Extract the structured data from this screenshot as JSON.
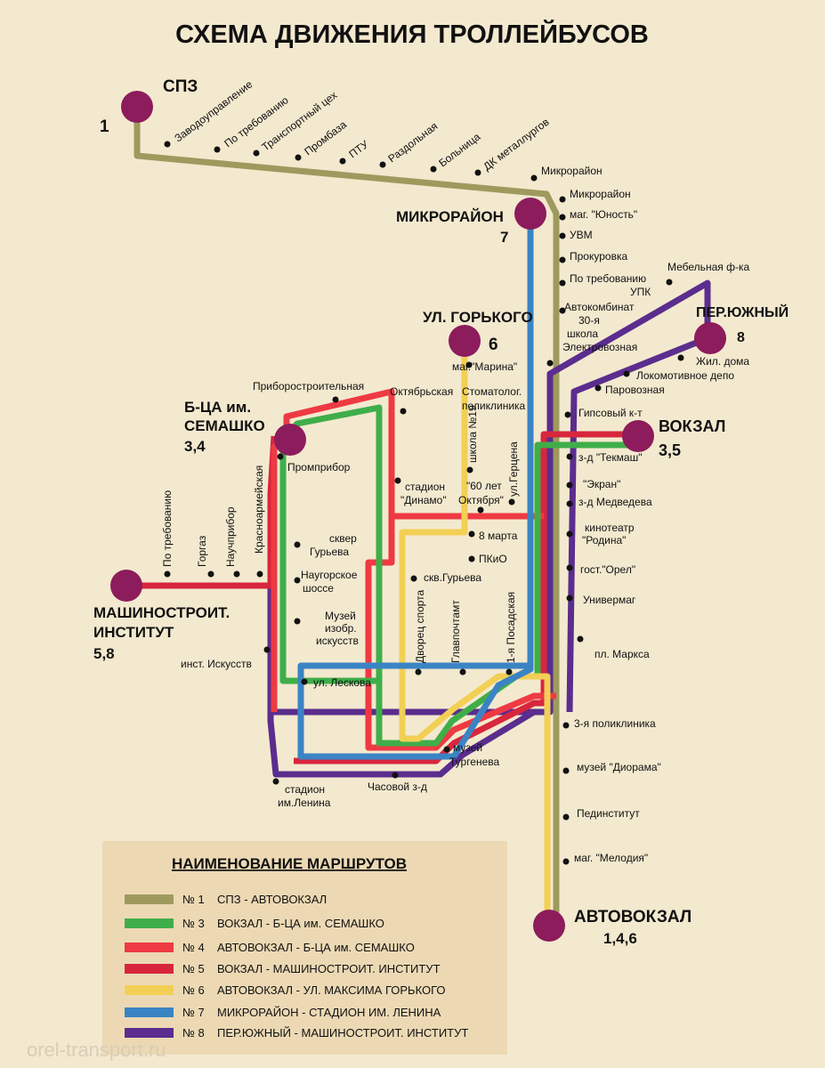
{
  "title": "СХЕМА ДВИЖЕНИЯ ТРОЛЛЕЙБУСОВ",
  "colors": {
    "route1": "#9e9a5e",
    "route3": "#3fae49",
    "route4": "#ee3a43",
    "route5": "#d8263d",
    "route6": "#f2cf55",
    "route7": "#3b84c4",
    "route8": "#5b2d8e",
    "terminal": "#8c1c5c",
    "background": "#f3e9cf",
    "legend_box": "#ecd9b4"
  },
  "terminals": {
    "spz": {
      "name": "СПЗ",
      "routes": "1"
    },
    "mikro": {
      "name": "МИКРОРАЙОН",
      "routes": "7"
    },
    "gorky": {
      "name": "УЛ. ГОРЬКОГО",
      "routes": "6"
    },
    "semashko": {
      "name": "Б-ЦА им. СЕМАШКО",
      "line1": "Б-ЦА им.",
      "line2": "СЕМАШКО",
      "routes": "3,4"
    },
    "yuzhny": {
      "name": "ПЕР.ЮЖНЫЙ",
      "routes": "8"
    },
    "vokzal": {
      "name": "ВОКЗАЛ",
      "routes": "3,5"
    },
    "institut": {
      "name": "МАШИНОСТРОИТ. ИНСТИТУТ",
      "line1": "МАШИНОСТРОИТ.",
      "line2": "ИНСТИТУТ",
      "routes": "5,8"
    },
    "avtovokzal": {
      "name": "АВТОВОКЗАЛ",
      "routes": "1,4,6"
    }
  },
  "stops": {
    "zavodoupr": "Заводоуправление",
    "potreb1": "По требованию",
    "transp": "Транспортный цех",
    "prombaza": "Промбаза",
    "ptu": "ПТУ",
    "razdol": "Раздольная",
    "bolnica": "Больница",
    "dk": "ДК металлургов",
    "mikro1": "Микрорайон",
    "mikro2": "Микрорайон",
    "yunost": "маг. \"Юность\"",
    "uvm": "УВМ",
    "prokur": "Прокуровка",
    "potreb2": "По требованию",
    "mebel": "Мебельная ф-ка",
    "upk": "УПК",
    "avtokomb": "Автокомбинат",
    "shkola30_1": "30-я",
    "shkola30_2": "школа",
    "elektrov": "Электровозная",
    "zhildoma": "Жил. дома",
    "lokodepo": "Локомотивное депо",
    "parovoz": "Паровозная",
    "gipsov": "Гипсовый к-т",
    "marina": "маг.\"Марина\"",
    "stomat1": "Стоматолог.",
    "stomat2": "поликлиника",
    "shkola19": "школа №19",
    "gercena": "ул.Герцена",
    "let60_1": "\"60 лет",
    "let60_2": "Октября\"",
    "mart8": "8 марта",
    "pkio": "ПКиО",
    "priborostr": "Приборостроительная",
    "oktyabr": "Октябрьская",
    "prompribor": "Промприбор",
    "dinamo1": "стадион",
    "dinamo2": "\"Динамо\"",
    "skver1": "сквер",
    "skver2": "Гурьева",
    "skvgur": "скв.Гурьева",
    "naugor1": "Наугорское",
    "naugor2": "шоссе",
    "muzei1": "Музей",
    "muzei2": "изобр.",
    "muzei3": "искусств",
    "dvorec": "Дворец спорта",
    "glavpocht": "Главпочтамт",
    "posad": "1-я Посадская",
    "inst_isk": "инст. Искусств",
    "leskova": "ул. Лескова",
    "turg1": "музей",
    "turg2": "Тургенева",
    "lenin1": "стадион",
    "lenin2": "им.Ленина",
    "chasovoi": "Часовой з-д",
    "potreb3": "По требованию",
    "gorgaz": "Горгаз",
    "nauchpr": "Научприбор",
    "krasnoarm": "Красноармейская",
    "tekmash": "з-д \"Текмаш\"",
    "ekran": "\"Экран\"",
    "medved": "з-д Медведева",
    "rodina1": "кинотеатр",
    "rodina2": "\"Родина\"",
    "orel": "гост.\"Орел\"",
    "univermag": "Универмаг",
    "marksa": "пл. Маркса",
    "polikl3": "3-я поликлиника",
    "diorama": "музей \"Диорама\"",
    "pedinst": "Пединститут",
    "melodiya": "маг. \"Мелодия\""
  },
  "legend": {
    "title": "НАИМЕНОВАНИЕ МАРШРУТОВ",
    "routes": [
      {
        "num": "№ 1",
        "text": "СПЗ - АВТОВОКЗАЛ",
        "color": "#9e9a5e"
      },
      {
        "num": "№ 3",
        "text": "ВОКЗАЛ - Б-ЦА им. СЕМАШКО",
        "color": "#3fae49"
      },
      {
        "num": "№ 4",
        "text": "АВТОВОКЗАЛ - Б-ЦА им. СЕМАШКО",
        "color": "#ee3a43"
      },
      {
        "num": "№ 5",
        "text": "ВОКЗАЛ - МАШИНОСТРОИТ. ИНСТИТУТ",
        "color": "#d8263d"
      },
      {
        "num": "№ 6",
        "text": "АВТОВОКЗАЛ - УЛ. МАКСИМА ГОРЬКОГО",
        "color": "#f2cf55"
      },
      {
        "num": "№ 7",
        "text": "МИКРОРАЙОН - СТАДИОН ИМ. ЛЕНИНА",
        "color": "#3b84c4"
      },
      {
        "num": "№ 8",
        "text": "ПЕР.ЮЖНЫЙ - МАШИНОСТРОИТ. ИНСТИТУТ",
        "color": "#5b2d8e"
      }
    ]
  },
  "watermark": "orel-transport.ru"
}
